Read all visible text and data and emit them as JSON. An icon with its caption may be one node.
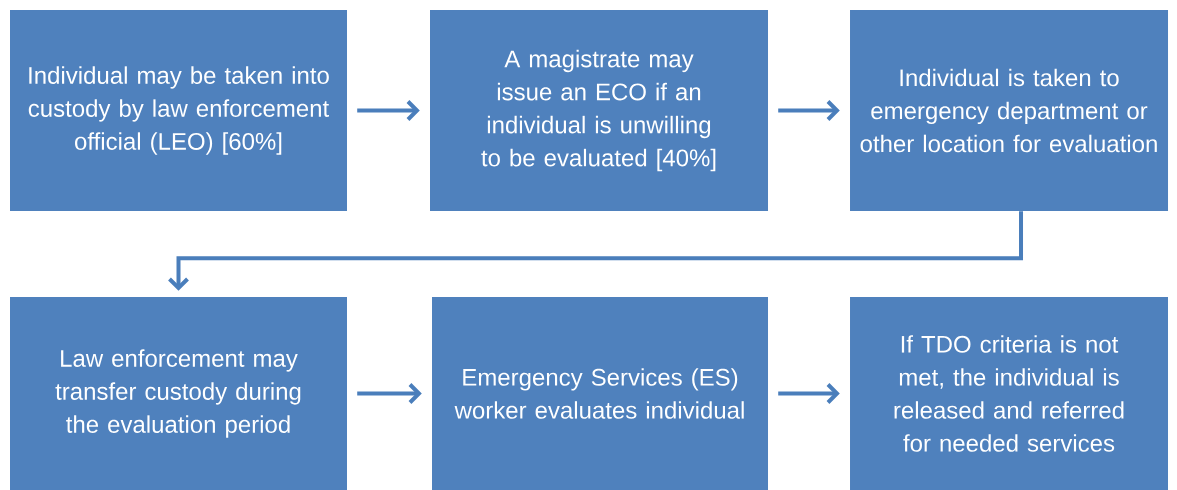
{
  "diagram": {
    "nodes": [
      {
        "text": [
          "Individual may be taken into custody by law enforcement official (LEO) [60%]"
        ]
      },
      {
        "text": [
          "A magistrate may issue an ECO if an individual is unwilling to be evaluated [40%]"
        ]
      },
      {
        "text": [
          "Individual is taken to emergency department or other location for evaluation"
        ]
      },
      {
        "text": [
          "Law enforcement may transfer custody during the evaluation period"
        ]
      },
      {
        "text": [
          "Emergency Services (ES) worker evaluates individual"
        ]
      },
      {
        "text": [
          "If TDO criteria is not met, the individual is released and referred for needed services"
        ]
      }
    ],
    "edges": [
      {
        "from": 0,
        "to": 1,
        "arrow": "to"
      },
      {
        "from": 1,
        "to": 2,
        "arrow": "to"
      },
      {
        "from": 2,
        "to": 3,
        "arrow": "to"
      },
      {
        "from": 3,
        "to": 4,
        "arrow": "to"
      },
      {
        "from": 4,
        "to": 5,
        "arrow": "to"
      }
    ]
  }
}
